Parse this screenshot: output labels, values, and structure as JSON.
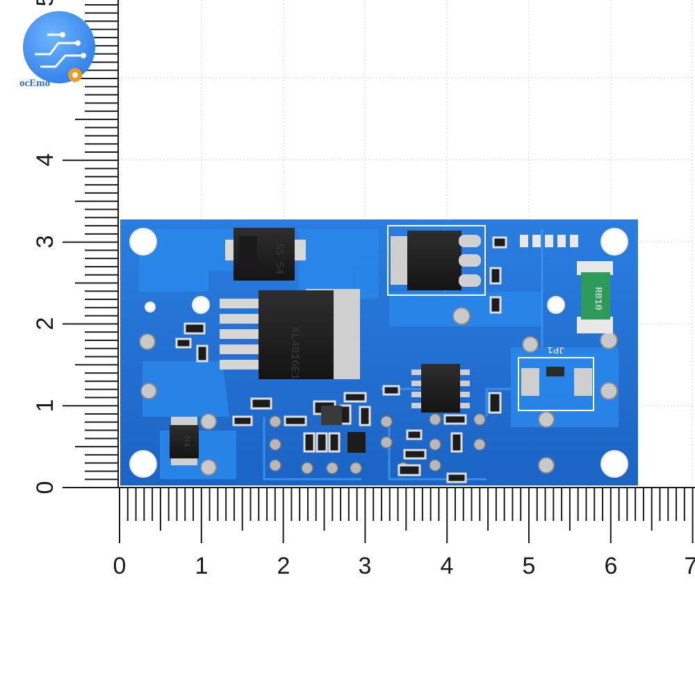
{
  "logo": {
    "brand_text": "ocEmo",
    "icon": "circuit-gear-logo-icon"
  },
  "ruler": {
    "x_labels": [
      "0",
      "1",
      "2",
      "3",
      "4",
      "5",
      "6",
      "7"
    ],
    "y_labels": [
      "0",
      "1",
      "2",
      "3",
      "4",
      "5"
    ]
  },
  "board": {
    "color": "#1f6fd0",
    "diode_label": "SS 54",
    "regulator_label": "XL4016E1",
    "shunt_label": "R010",
    "jumper_label": "JP1",
    "diode2_label": "M4"
  }
}
